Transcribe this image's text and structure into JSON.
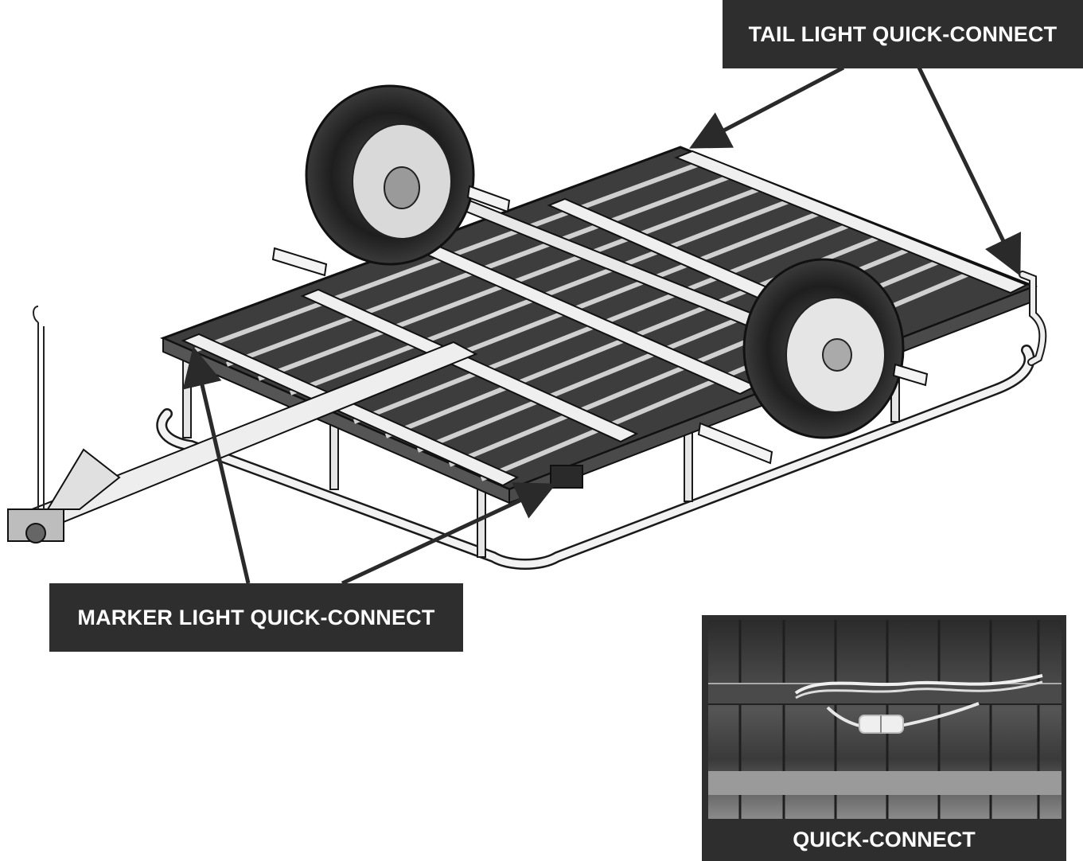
{
  "callouts": {
    "tail_light": "TAIL LIGHT QUICK-CONNECT",
    "marker_light": "MARKER LIGHT QUICK-CONNECT"
  },
  "inset": {
    "caption": "QUICK-CONNECT"
  },
  "icons": {
    "trailer": "trailer-drawing-icon",
    "connector_photo": "wire-connector-photo-icon"
  },
  "colors": {
    "callout_bg": "#2e2e2e",
    "callout_text": "#ffffff",
    "line_art": "#1a1a1a"
  }
}
